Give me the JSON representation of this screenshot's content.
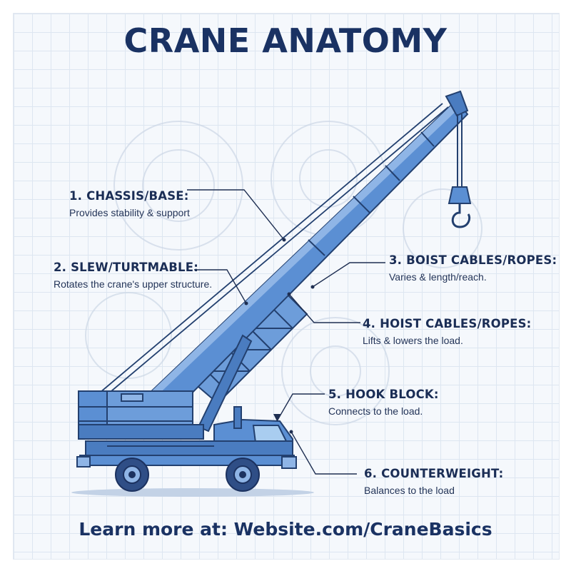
{
  "title": "CRANE ANATOMY",
  "labels": [
    {
      "heading": "1. CHASSIS/BASE:",
      "description": "Provides stability & support"
    },
    {
      "heading": "2. SLEW/TURTMABLE:",
      "description": "Rotates the crane's upper structure."
    },
    {
      "heading": "3. BOIST CABLES/ROPES:",
      "description": "Varies & length/reach."
    },
    {
      "heading": "4. HOIST CABLES/ROPES:",
      "description": "Lifts & lowers the load."
    },
    {
      "heading": "5. HOOK BLOCK:",
      "description": "Connects to the load."
    },
    {
      "heading": "6. COUNTERWEIGHT:",
      "description": "Balances to the load"
    }
  ],
  "footer": "Learn more at: Website.com/CraneBasics",
  "colors": {
    "primary_navy": "#1a3263",
    "crane_blue": "#5b8fd3",
    "crane_outline": "#23406f",
    "grid_background": "#f5f8fc"
  }
}
